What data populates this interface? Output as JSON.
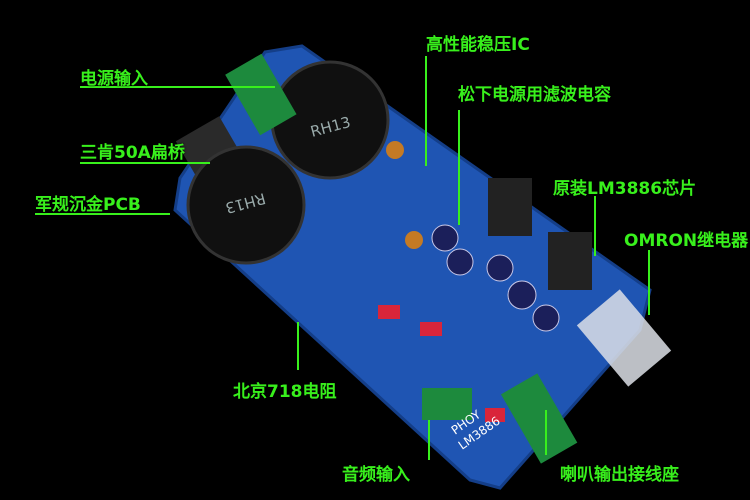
{
  "colors": {
    "label": "#38f01c",
    "pcb": "#1f55b3",
    "capacitor": "#111111"
  },
  "labels": {
    "power_input": "电源输入",
    "bridge": "三肯50A扁桥",
    "pcb": "军规沉金PCB",
    "regulator_ic": "高性能稳压IC",
    "filter_caps": "松下电源用滤波电容",
    "chip": "原装LM3886芯片",
    "relay": "OMRON继电器",
    "resistors": "北京718电阻",
    "audio_input": "音频输入",
    "speaker_output": "喇叭输出接线座"
  },
  "board_text": {
    "cap1": "RH13",
    "cap2": "RH13",
    "silk_model": "LM3886",
    "silk_brand": "PHOY"
  }
}
